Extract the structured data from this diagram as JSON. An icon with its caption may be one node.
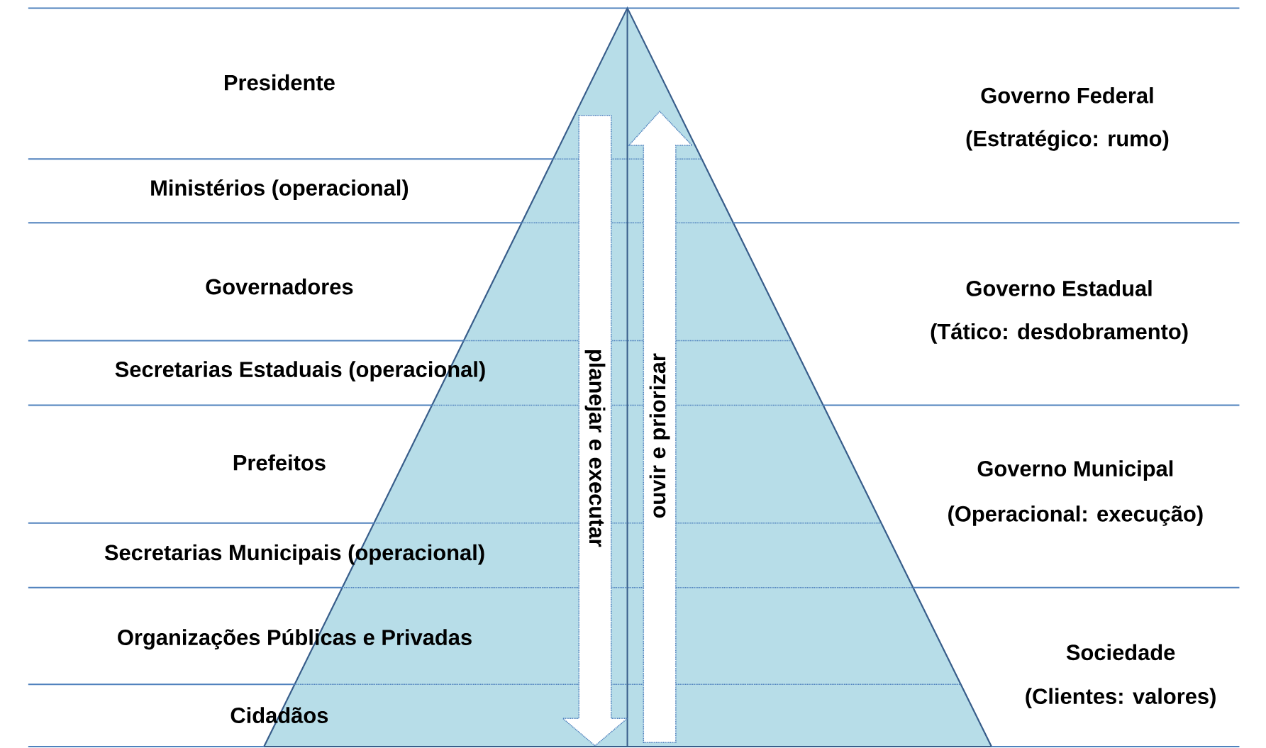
{
  "diagram": {
    "labels": [
      "Presidente",
      "Ministérios (operacional)",
      "Governadores",
      "Secretarias Estaduais (operacional)",
      "Prefeitos",
      "Secretarias Municipais (operacional)",
      "Organizações Públicas e Privadas",
      "Cidadãos",
      "planejar e executar",
      "ouvir e priorizar",
      "Governo Federal",
      "(Estratégico: rumo)",
      "Governo Estadual",
      "(Tático: desdobramento)",
      "Governo Municipal",
      "(Operacional: execução)",
      "Sociedade",
      "(Clientes: valores)"
    ]
  }
}
